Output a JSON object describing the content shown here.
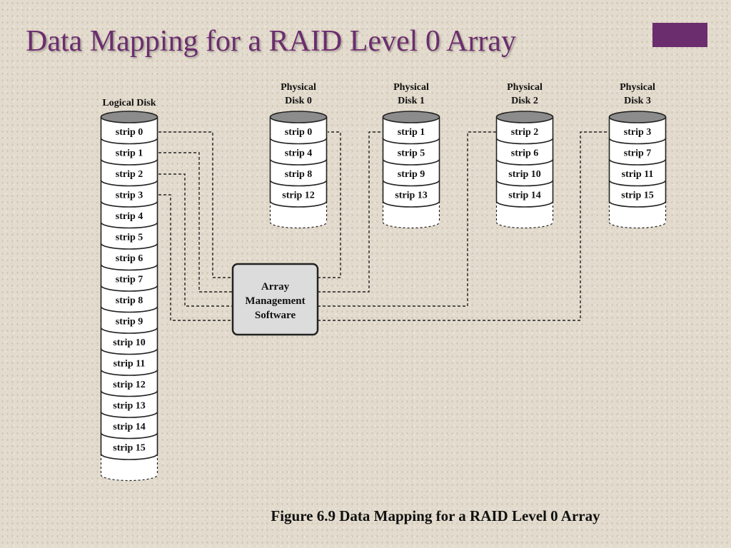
{
  "slide": {
    "title": "Data Mapping for a RAID Level 0 Array",
    "accent_color": "#6b2d6e"
  },
  "diagram": {
    "logical_disk": {
      "label": "Logical Disk",
      "strips": [
        "strip 0",
        "strip 1",
        "strip 2",
        "strip 3",
        "strip 4",
        "strip 5",
        "strip 6",
        "strip 7",
        "strip 8",
        "strip 9",
        "strip 10",
        "strip 11",
        "strip 12",
        "strip 13",
        "strip 14",
        "strip 15"
      ]
    },
    "physical_disks": [
      {
        "label_line1": "Physical",
        "label_line2": "Disk 0",
        "strips": [
          "strip 0",
          "strip 4",
          "strip 8",
          "strip 12"
        ]
      },
      {
        "label_line1": "Physical",
        "label_line2": "Disk 1",
        "strips": [
          "strip 1",
          "strip 5",
          "strip 9",
          "strip 13"
        ]
      },
      {
        "label_line1": "Physical",
        "label_line2": "Disk 2",
        "strips": [
          "strip 2",
          "strip 6",
          "strip 10",
          "strip 14"
        ]
      },
      {
        "label_line1": "Physical",
        "label_line2": "Disk 3",
        "strips": [
          "strip 3",
          "strip 7",
          "strip 11",
          "strip 15"
        ]
      }
    ],
    "manager": {
      "lines": [
        "Array",
        "Management",
        "Software"
      ]
    },
    "caption": "Figure 6.9  Data Mapping for a RAID Level 0 Array"
  }
}
